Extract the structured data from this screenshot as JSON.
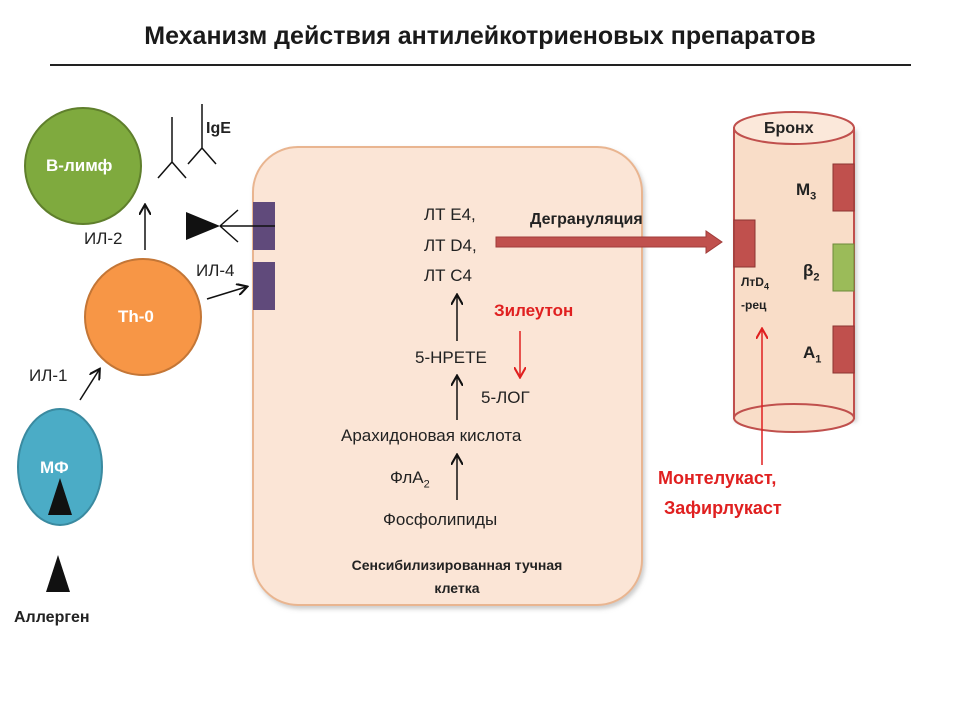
{
  "title": "Механизм действия антилейкотриеновых препаратов",
  "cells": {
    "b_lymph": "B-лимф",
    "th0": "Th-0",
    "mf": "МФ",
    "allergen": "Аллерген",
    "ige": "IgE"
  },
  "cytokines": {
    "il1": "ИЛ-1",
    "il2": "ИЛ-2",
    "il4": "ИЛ-4"
  },
  "mast_cell": {
    "label_line1": "Сенсибилизированная тучная",
    "label_line2": "клетка",
    "lt_e4": "ЛТ Е4,",
    "lt_d4": "ЛТ D4,",
    "lt_c4": "ЛТ С4",
    "hpete": "5-HPETE",
    "log5": "5-ЛОГ",
    "arachidonic": "Арахидоновая кислота",
    "fla2_base": "ФлА",
    "fla2_sub": "2",
    "phospholipids": "Фосфолипиды"
  },
  "degranulation": "Дегрануляция",
  "drugs": {
    "zileuton": "Зилеутон",
    "montelukast": "Монтелукаст,",
    "zafirlukast": "Зафирлукаст"
  },
  "bronchus": {
    "label": "Бронх",
    "m3_base": "M",
    "m3_sub": "3",
    "b2_base": "β",
    "b2_sub": "2",
    "a1_base": "A",
    "a1_sub": "1",
    "ltd4_base": "ЛтD",
    "ltd4_sub": "4",
    "ltd4_rec": "-рец"
  },
  "colors": {
    "b_lymph": "#7faa3e",
    "th0": "#f79646",
    "mf": "#4bacc6",
    "mast_cell_fill": "#fbe5d6",
    "mast_cell_stroke": "#e9b590",
    "receptor_purple": "#604a7b",
    "arrow_red": "#c0504d",
    "bronchus_fill": "#f9ddc8",
    "receptor_red": "#c0504d",
    "receptor_green": "#9bbb59",
    "drug_red": "#e02020"
  }
}
